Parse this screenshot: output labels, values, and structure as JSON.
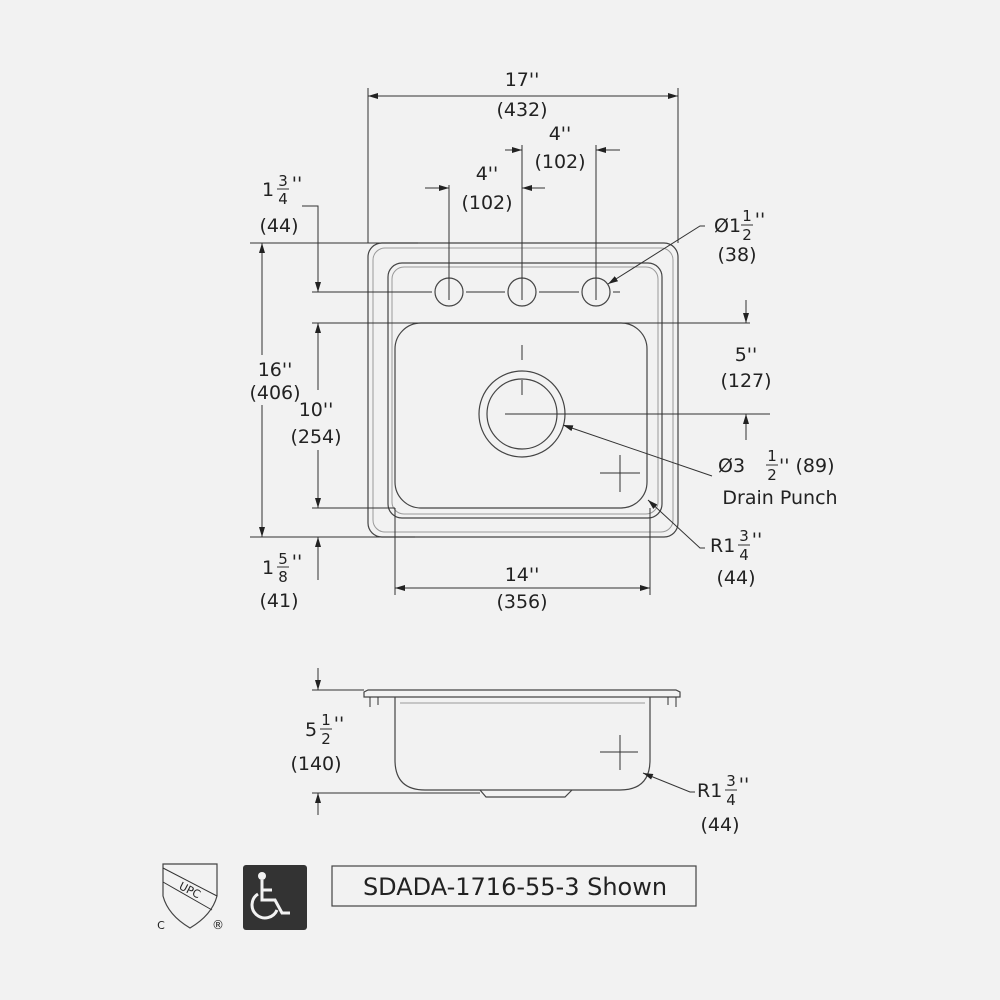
{
  "top_view": {
    "overall_width": {
      "imperial": "17''",
      "metric": "(432)"
    },
    "hole_spacing_upper": {
      "imperial": "4''",
      "metric": "(102)"
    },
    "hole_spacing_lower": {
      "imperial": "4''",
      "metric": "(102)"
    },
    "rim_to_holes": {
      "whole": "1",
      "num": "3",
      "den": "4",
      "suffix": "''",
      "metric": "(44)"
    },
    "overall_depth": {
      "imperial": "16''",
      "metric": "(406)"
    },
    "bowl_depth": {
      "imperial": "10''",
      "metric": "(254)"
    },
    "front_rim": {
      "whole": "1",
      "num": "5",
      "den": "8",
      "suffix": "''",
      "metric": "(41)"
    },
    "bowl_width": {
      "imperial": "14''",
      "metric": "(356)"
    },
    "drain_offset": {
      "imperial": "5''",
      "metric": "(127)"
    },
    "faucet_hole": {
      "prefix": "Ø1",
      "num": "1",
      "den": "2",
      "suffix": "''",
      "metric": "(38)"
    },
    "drain": {
      "prefix": "Ø3",
      "num": "1",
      "den": "2",
      "suffix": "'' (89)",
      "label": "Drain Punch"
    },
    "corner_radius": {
      "prefix": "R1",
      "num": "3",
      "den": "4",
      "suffix": "''",
      "metric": "(44)"
    }
  },
  "side_view": {
    "bowl_height": {
      "whole": "5",
      "num": "1",
      "den": "2",
      "suffix": "''",
      "metric": "(140)"
    },
    "corner_radius": {
      "prefix": "R1",
      "num": "3",
      "den": "4",
      "suffix": "''",
      "metric": "(44)"
    }
  },
  "badges": {
    "upc": {
      "text": "UPC",
      "c": "C",
      "reg": "®"
    },
    "ada_icon": "wheelchair-icon",
    "model_label": "SDADA-1716-55-3 Shown"
  },
  "colors": {
    "background": "#f2f2f2",
    "line": "#333333",
    "ada_badge": "#333333"
  }
}
